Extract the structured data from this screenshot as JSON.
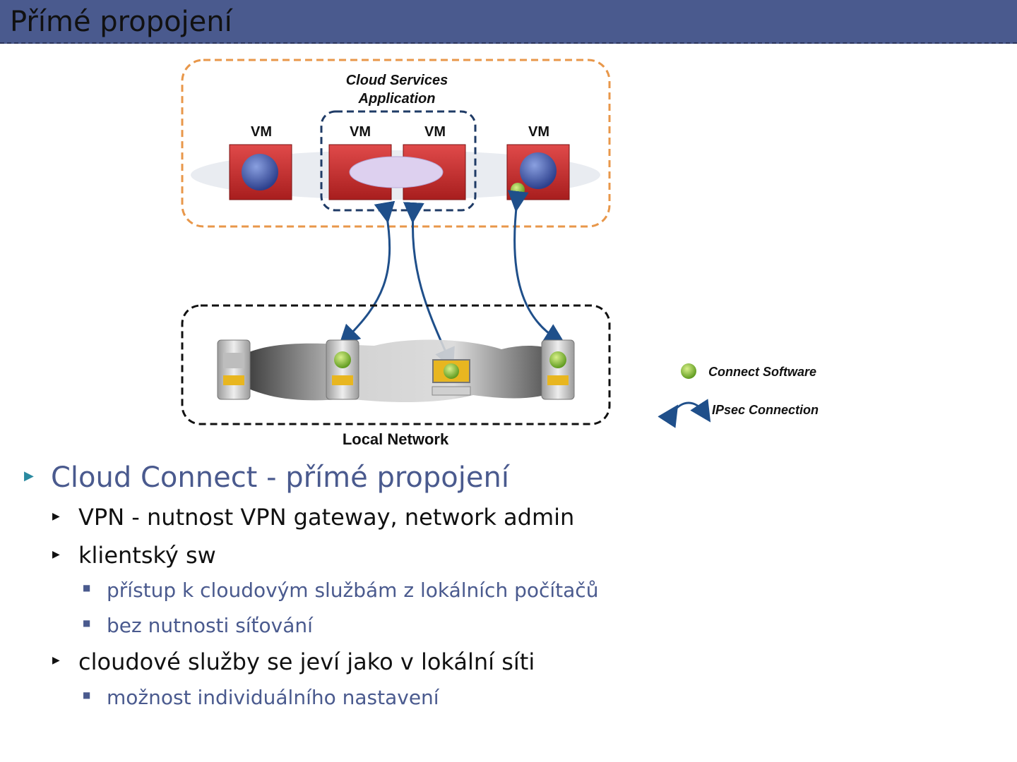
{
  "slide": {
    "title": "Přímé propojení"
  },
  "diagram": {
    "cloud_label_line1": "Cloud Services",
    "cloud_label_line2": "Application",
    "vm_labels": [
      "VM",
      "VM",
      "VM",
      "VM"
    ],
    "local_network_label": "Local Network",
    "legend": {
      "connect_software": "Connect Software",
      "ipsec_connection": "IPsec Connection"
    },
    "colors": {
      "cloud_border": "#e8974a",
      "app_border": "#1f3b66",
      "vm_fill": "#d12f2f",
      "local_border": "#111111",
      "arrow": "#1f4f8a",
      "green_dot": "#8cc43a"
    }
  },
  "bullets": {
    "b1": "Cloud Connect - přímé propojení",
    "b1_1": "VPN - nutnost VPN gateway, network admin",
    "b1_2": "klientský sw",
    "b1_2_1": "přístup k cloudovým službám z lokálních počítačů",
    "b1_2_2": "bez nutnosti síťování",
    "b1_3": "cloudové služby se jeví jako v lokální síti",
    "b1_3_1": "možnost individuálního nastavení"
  }
}
